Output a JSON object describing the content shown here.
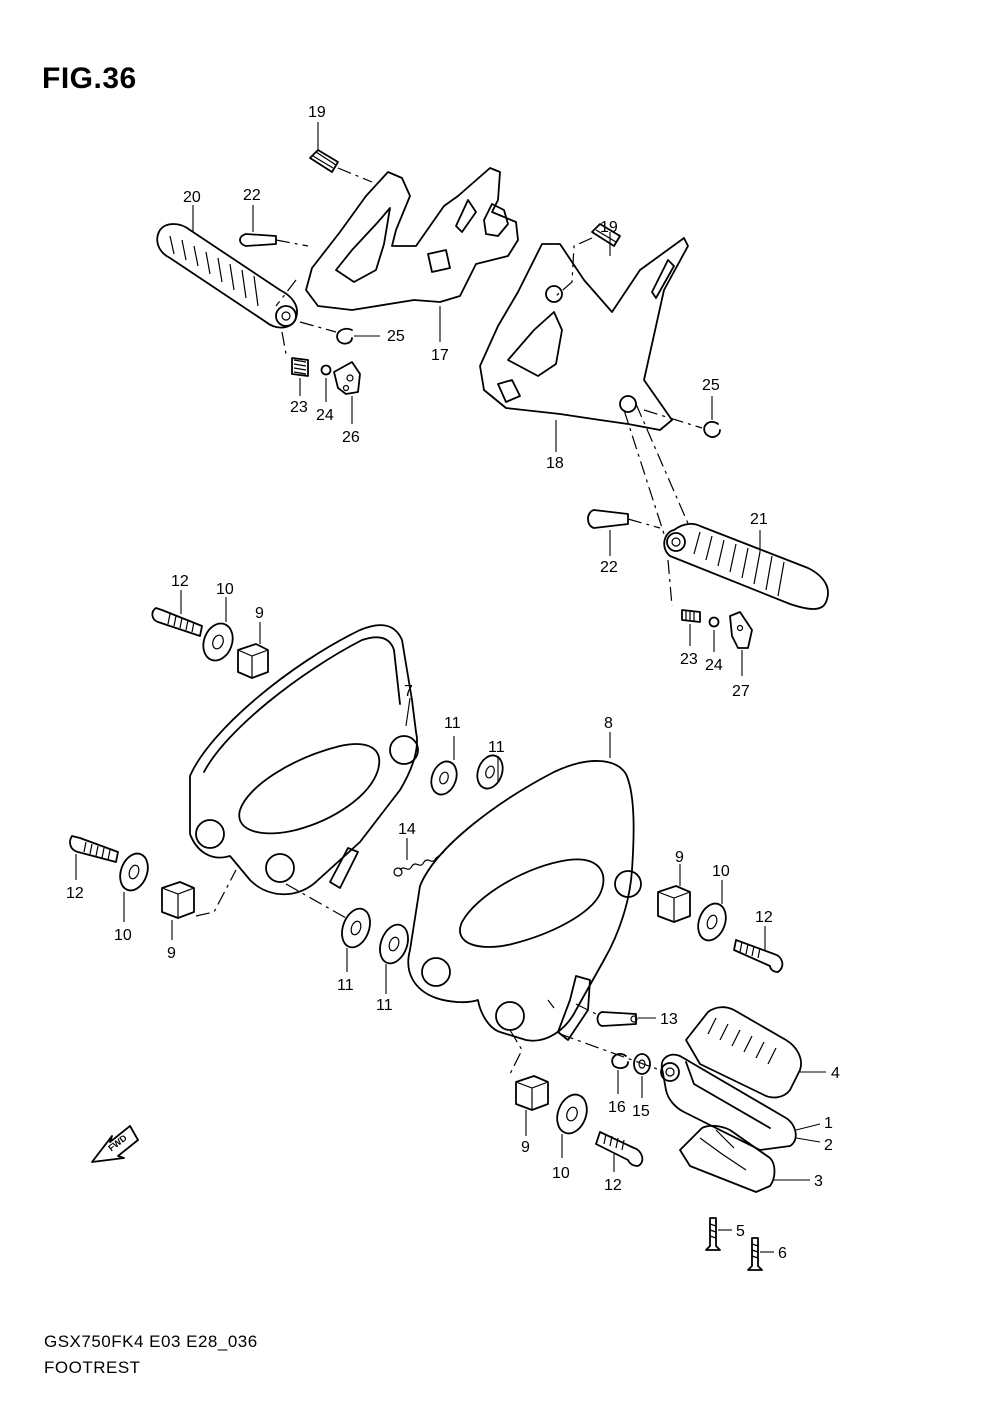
{
  "figure": {
    "title": "FIG.36",
    "model_code": "GSX750FK4  E03  E28_036",
    "name": "FOOTREST",
    "fwd_mark": "FWD"
  },
  "callouts": {
    "c19a": "19",
    "c22a": "22",
    "c20": "20",
    "c25a": "25",
    "c17": "17",
    "c23a": "23",
    "c24a": "24",
    "c26": "26",
    "c19b": "19",
    "c25b": "25",
    "c18": "18",
    "c21": "21",
    "c22b": "22",
    "c23b": "23",
    "c24b": "24",
    "c27": "27",
    "c12a": "12",
    "c10a": "10",
    "c9a": "9",
    "c7": "7",
    "c8": "8",
    "c11a": "11",
    "c11b": "11",
    "c14": "14",
    "c12b": "12",
    "c10b": "10",
    "c9b": "9",
    "c11c": "11",
    "c11d": "11",
    "c9c": "9",
    "c10c": "10",
    "c12c": "12",
    "c13": "13",
    "c4": "4",
    "c16": "16",
    "c15": "15",
    "c1": "1",
    "c2": "2",
    "c3": "3",
    "c9d": "9",
    "c10d": "10",
    "c12d": "12",
    "c5": "5",
    "c6": "6"
  }
}
